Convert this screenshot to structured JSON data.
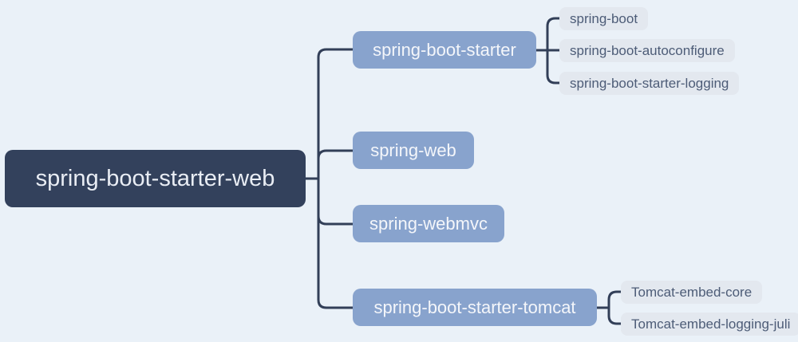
{
  "colors": {
    "background": "#eaf1f8",
    "root_fill": "#33415c",
    "root_text": "#e9edf4",
    "branch_fill": "#88a3cd",
    "branch_text": "#f4f6fa",
    "leaf_fill": "#e3e8ef",
    "leaf_text": "#4d5c77",
    "connector": "#323f58"
  },
  "mindmap": {
    "root": {
      "label": "spring-boot-starter-web"
    },
    "branches": [
      {
        "label": "spring-boot-starter",
        "children": [
          {
            "label": "spring-boot"
          },
          {
            "label": "spring-boot-autoconfigure"
          },
          {
            "label": "spring-boot-starter-logging"
          }
        ]
      },
      {
        "label": "spring-web",
        "children": []
      },
      {
        "label": "spring-webmvc",
        "children": []
      },
      {
        "label": "spring-boot-starter-tomcat",
        "children": [
          {
            "label": "Tomcat-embed-core"
          },
          {
            "label": "Tomcat-embed-logging-juli"
          }
        ]
      }
    ]
  }
}
